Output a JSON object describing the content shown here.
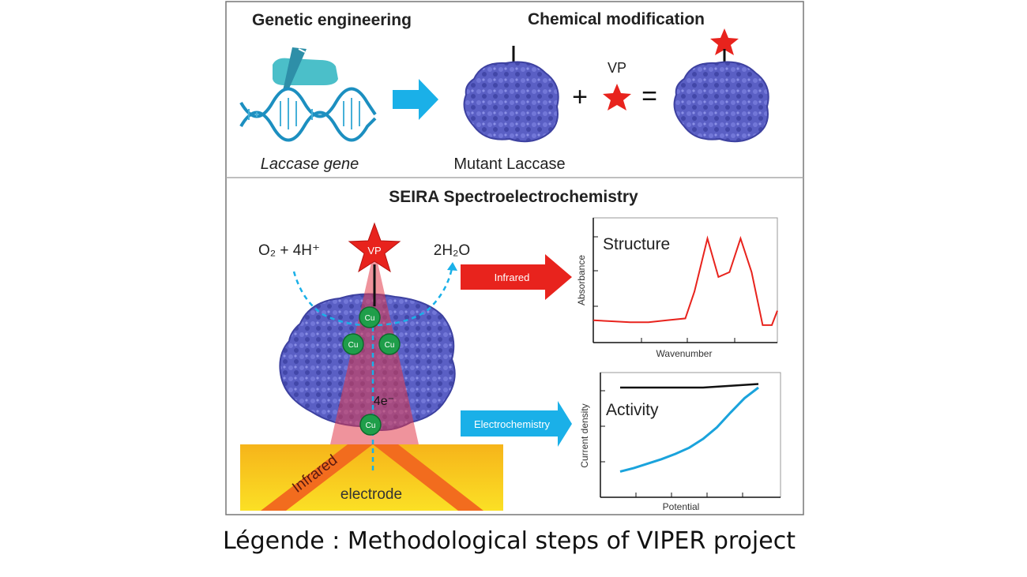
{
  "top_panel": {
    "title_left": "Genetic engineering",
    "title_right": "Chemical modification",
    "gene_label": "Laccase gene",
    "mutant_label": "Mutant Laccase",
    "vp_label": "VP",
    "plus": "+",
    "equals": "="
  },
  "bottom_panel": {
    "title": "SEIRA Spectroelectrochemistry",
    "reactant": "O₂ + 4H⁺",
    "product": "2H₂O",
    "star_label": "VP",
    "cu_label": "Cu",
    "electrons": "4e⁻",
    "electrode_label": "electrode",
    "beam_label": "Infrared",
    "arrow_infrared": "Infrared",
    "arrow_electrochem": "Electrochemistry"
  },
  "plot_structure": {
    "title": "Structure",
    "xlabel": "Wavenumber",
    "ylabel": "Absorbance",
    "line_color": "#e8231d"
  },
  "plot_activity": {
    "title": "Activity",
    "xlabel": "Potential",
    "ylabel": "Current density",
    "line_color": "#1aa3dc",
    "ref_color": "#111111"
  },
  "caption": "Légende : Methodological steps of VIPER project",
  "colors": {
    "protein": "#5a5fc4",
    "arrow_blue": "#1ab0e8",
    "arrow_red": "#e8231d",
    "electrode": "#f7b81c",
    "cu_green": "#1f9e4a"
  },
  "chart_data": [
    {
      "type": "line",
      "title": "Structure",
      "xlabel": "Wavenumber",
      "ylabel": "Absorbance",
      "x": [
        0,
        0.1,
        0.2,
        0.3,
        0.4,
        0.5,
        0.55,
        0.62,
        0.68,
        0.74,
        0.8,
        0.86,
        0.92,
        0.97,
        1.0
      ],
      "series": [
        {
          "values": [
            0.1,
            0.09,
            0.08,
            0.08,
            0.1,
            0.12,
            0.4,
            0.95,
            0.55,
            0.6,
            0.95,
            0.6,
            0.05,
            0.05,
            0.2
          ]
        }
      ]
    },
    {
      "type": "line",
      "title": "Activity",
      "xlabel": "Potential",
      "ylabel": "Current density",
      "x": [
        0,
        0.1,
        0.2,
        0.3,
        0.4,
        0.5,
        0.6,
        0.7,
        0.8,
        0.9,
        1.0
      ],
      "series": [
        {
          "values": [
            0.05,
            0.09,
            0.14,
            0.19,
            0.25,
            0.32,
            0.42,
            0.55,
            0.72,
            0.88,
            1.0
          ]
        },
        {
          "values": [
            1.0,
            1.0,
            1.0,
            1.0,
            1.0,
            1.0,
            1.0,
            1.01,
            1.02,
            1.03,
            1.04
          ]
        }
      ]
    }
  ]
}
